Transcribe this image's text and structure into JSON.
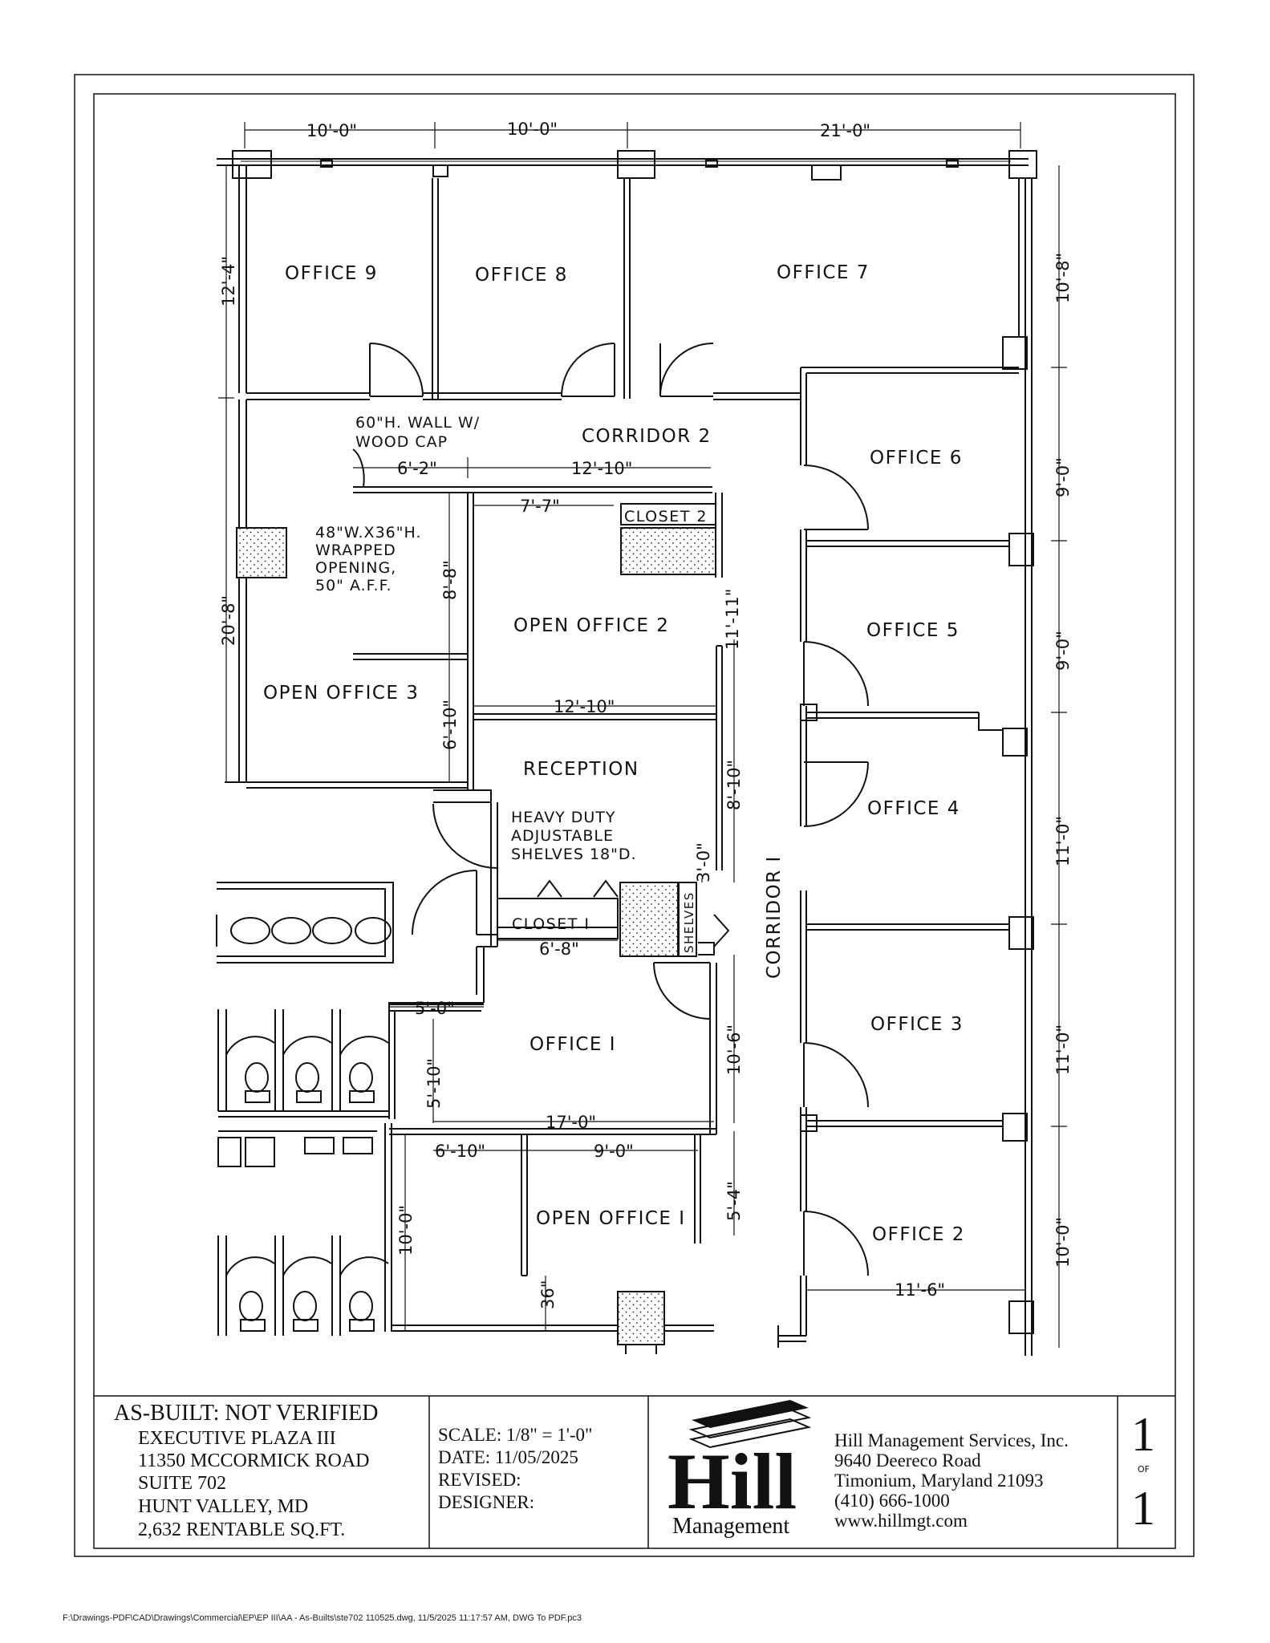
{
  "rooms": {
    "office_9": "OFFICE 9",
    "office_8": "OFFICE 8",
    "office_7": "OFFICE 7",
    "office_6": "OFFICE 6",
    "office_5": "OFFICE 5",
    "office_4": "OFFICE 4",
    "office_3": "OFFICE 3",
    "office_2": "OFFICE 2",
    "office_1": "OFFICE I",
    "corridor_2": "CORRIDOR 2",
    "corridor_1": "CORRIDOR I",
    "open_office_2": "OPEN OFFICE 2",
    "open_office_3": "OPEN OFFICE 3",
    "open_office_1": "OPEN OFFICE I",
    "reception": "RECEPTION",
    "closet_2": "CLOSET 2",
    "closet_1": "CLOSET I",
    "shelves": "SHELVES"
  },
  "notes": {
    "wall_line1": "60\"H. WALL W/",
    "wall_line2": "WOOD CAP",
    "opening_line1": "48\"W.X36\"H.",
    "opening_line2": "WRAPPED",
    "opening_line3": "OPENING,",
    "opening_line4": "50\" A.F.F.",
    "shelves_line1": "HEAVY DUTY",
    "shelves_line2": "ADJUSTABLE",
    "shelves_line3": "SHELVES 18\"D."
  },
  "dimensions": {
    "top_1": "10'-0\"",
    "top_2": "10'-0\"",
    "top_3": "21'-0\"",
    "left_top": "12'-4\"",
    "left_mid": "20'-8\"",
    "right_1": "10'-8\"",
    "right_2": "9'-0\"",
    "right_3": "9'-0\"",
    "right_4": "11'-0\"",
    "right_5": "11'-0\"",
    "right_6": "10'-0\"",
    "d_6_2": "6'-2\"",
    "d_12_10_a": "12'-10\"",
    "d_7_7": "7'-7\"",
    "d_8_8": "8'-8\"",
    "d_11_11": "11'-11\"",
    "d_12_10_b": "12'-10\"",
    "d_6_10_a": "6'-10\"",
    "d_8_10": "8'-10\"",
    "d_3_0": "3'-0\"",
    "d_6_8": "6'-8\"",
    "d_5_0": "5'-0\"",
    "d_5_10": "5'-10\"",
    "d_10_6": "10'-6\"",
    "d_17_0": "17'-0\"",
    "d_6_10_b": "6'-10\"",
    "d_9_0": "9'-0\"",
    "d_5_4": "5'-4\"",
    "d_10_0": "10'-0\"",
    "d_36": "36\"",
    "d_11_6": "11'-6\""
  },
  "title_block": {
    "status": "AS-BUILT: NOT VERIFIED",
    "building": "EXECUTIVE PLAZA III",
    "street": "11350 MCCORMICK ROAD",
    "suite": "SUITE 702",
    "city": "HUNT VALLEY, MD",
    "area": "2,632 RENTABLE SQ.FT.",
    "scale": "SCALE: 1/8\" = 1'-0\"",
    "date": "DATE: 11/05/2025",
    "revised": "REVISED:",
    "designer": "DESIGNER:",
    "logo_word": "Hill",
    "logo_sub": "Management",
    "company": "Hill Management Services, Inc.",
    "address1": "9640 Deereco Road",
    "address2": "Timonium, Maryland  21093",
    "phone": "(410) 666-1000",
    "website": "www.hillmgt.com",
    "sheet_number": "1",
    "sheet_of": "OF",
    "sheet_total": "1"
  },
  "footer_path": "F:\\Drawings-PDF\\CAD\\Drawings\\Commercial\\EP\\EP III\\AA - As-Builts\\ste702 110525.dwg, 11/5/2025 11:17:57 AM, DWG To PDF.pc3"
}
